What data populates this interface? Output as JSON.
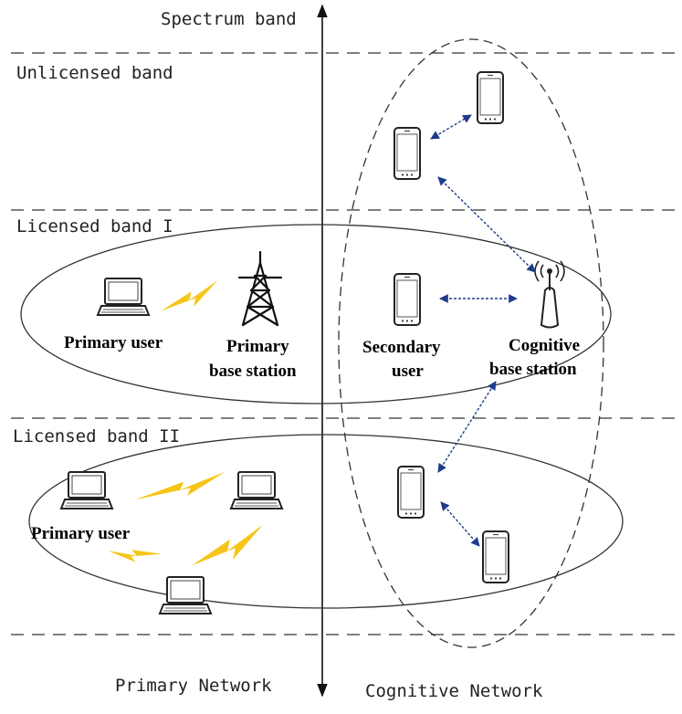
{
  "axis": {
    "title": "Spectrum band",
    "bottom_left": "Primary Network",
    "bottom_right": "Cognitive Network"
  },
  "bands": {
    "unlicensed": "Unlicensed band",
    "licensed_1": "Licensed band I",
    "licensed_2": "Licensed band II"
  },
  "labels": {
    "primary_user_1": "Primary user",
    "primary_base_station_line1": "Primary",
    "primary_base_station_line2": "base station",
    "secondary_user_line1": "Secondary",
    "secondary_user_line2": "user",
    "cognitive_bs_line1": "Cognitive",
    "cognitive_bs_line2": "base station",
    "primary_user_2": "Primary user"
  },
  "colors": {
    "lightning": "#F5C518",
    "link_arrow": "#1F3B8C",
    "line": "#333333"
  },
  "icons": [
    "laptop-icon",
    "transmission-tower-icon",
    "smartphone-icon",
    "wireless-antenna-icon",
    "lightning-bolt-icon",
    "bidirectional-arrow-icon"
  ]
}
